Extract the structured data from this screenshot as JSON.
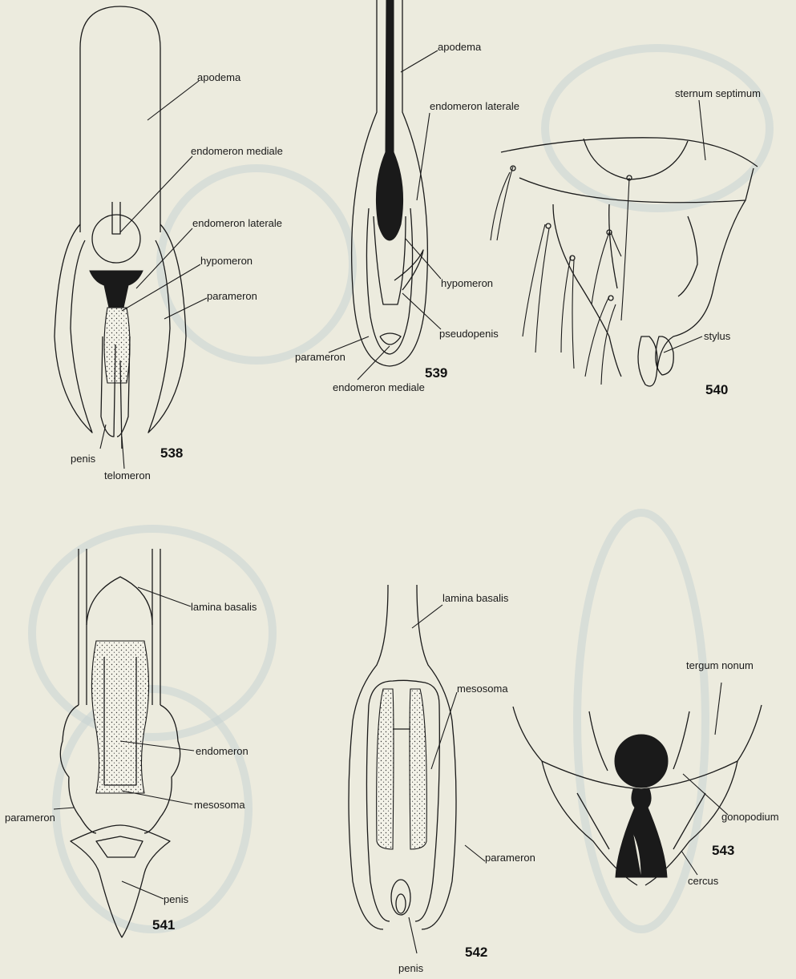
{
  "figures": [
    {
      "number": "538",
      "labels": [
        "apodema",
        "endomeron mediale",
        "endomeron laterale",
        "hypomeron",
        "parameron",
        "penis",
        "telomeron"
      ]
    },
    {
      "number": "539",
      "labels": [
        "apodema",
        "endomeron laterale",
        "hypomeron",
        "pseudopenis",
        "parameron",
        "endomeron mediale"
      ]
    },
    {
      "number": "540",
      "labels": [
        "sternum septimum",
        "stylus"
      ]
    },
    {
      "number": "541",
      "labels": [
        "lamina basalis",
        "endomeron",
        "mesosoma",
        "parameron",
        "penis"
      ]
    },
    {
      "number": "542",
      "labels": [
        "lamina basalis",
        "mesosoma",
        "parameron",
        "penis"
      ]
    },
    {
      "number": "543",
      "labels": [
        "tergum nonum",
        "gonopodium",
        "cercus"
      ]
    }
  ]
}
